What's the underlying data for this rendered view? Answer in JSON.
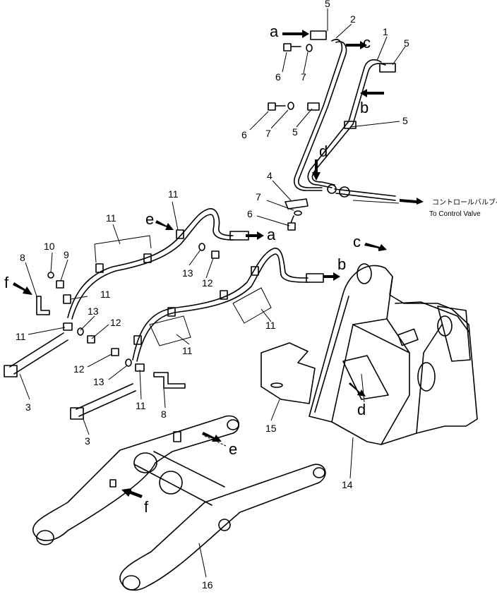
{
  "parts": {
    "p1": "1",
    "p2": "2",
    "p3": "3",
    "p4": "4",
    "p5": "5",
    "p6": "6",
    "p7": "7",
    "p8": "8",
    "p9": "9",
    "p10": "10",
    "p11": "11",
    "p12": "12",
    "p13": "13",
    "p14": "14",
    "p15": "15",
    "p16": "16"
  },
  "refs": {
    "a": "a",
    "b": "b",
    "c": "c",
    "d": "d",
    "e": "e",
    "f": "f"
  },
  "control_valve": {
    "jp": "コントロールバルブへ",
    "en": "To Control Valve"
  }
}
